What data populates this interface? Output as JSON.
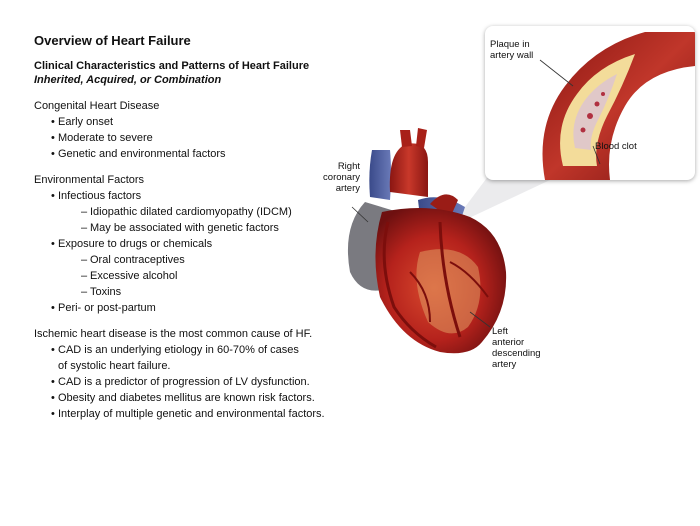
{
  "title": "Overview of Heart Failure",
  "subtitle": "Clinical Characteristics and Patterns of Heart Failure",
  "subtitle_italic": "Inherited, Acquired, or Combination",
  "congenital": {
    "heading": "Congenital Heart Disease",
    "items": [
      "Early onset",
      "Moderate to severe",
      "Genetic and environmental factors"
    ]
  },
  "environmental": {
    "heading": "Environmental Factors",
    "infectious": "Infectious factors",
    "infectious_sub": [
      "Idiopathic dilated cardiomyopathy (IDCM)",
      "May be associated with genetic factors"
    ],
    "exposure": "Exposure to drugs or chemicals",
    "exposure_sub": [
      "Oral contraceptives",
      "Excessive alcohol",
      "Toxins"
    ],
    "peri": "Peri- or post-partum"
  },
  "ischemic": {
    "heading": "Ischemic heart disease is the most common cause of HF.",
    "item1_line1": "CAD is an underlying etiology in 60-70% of cases",
    "item1_line2": "of systolic heart failure.",
    "items": [
      "CAD is a predictor of progression of LV dysfunction.",
      "Obesity and diabetes mellitus are known risk factors.",
      "Interplay of multiple genetic and environmental factors."
    ]
  },
  "figure_labels": {
    "plaque": [
      "Plaque in",
      "artery wall"
    ],
    "clot": "Blood clot",
    "rca": [
      "Right",
      "coronary",
      "artery"
    ],
    "lad": [
      "Left",
      "anterior",
      "descending",
      "artery"
    ]
  },
  "colors": {
    "heart": "#b5221c",
    "vein": "#4a5a9a",
    "muscle_light": "#e6b070",
    "plaque": "#f3dc9a"
  }
}
